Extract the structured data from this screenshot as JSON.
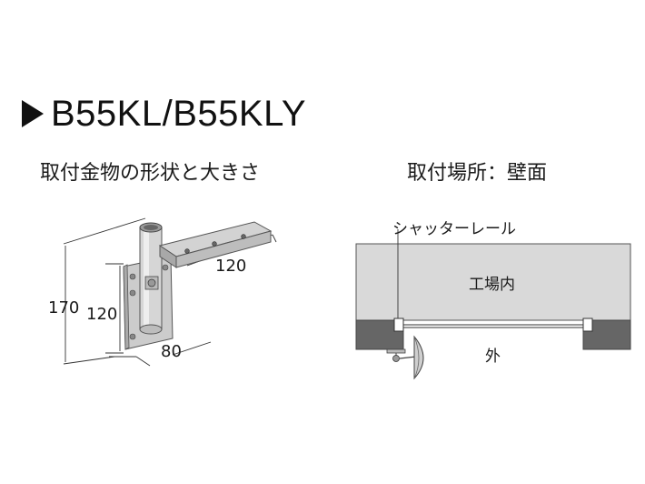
{
  "title": "B55KL/B55KLY",
  "left_section": {
    "heading": "取付金物の形状と大きさ",
    "dim_170": "170",
    "dim_120_height": "120",
    "dim_120_arm": "120",
    "dim_80": "80"
  },
  "right_section": {
    "heading": "取付場所：壁面",
    "shutter_rail_label": "シャッターレール",
    "inside_label": "工場内",
    "outside_label": "外"
  },
  "colors": {
    "wall_interior": "#d9d9d9",
    "wall_section": "#666666",
    "metal": "#c8c8c8",
    "text": "#1a1a1a"
  }
}
